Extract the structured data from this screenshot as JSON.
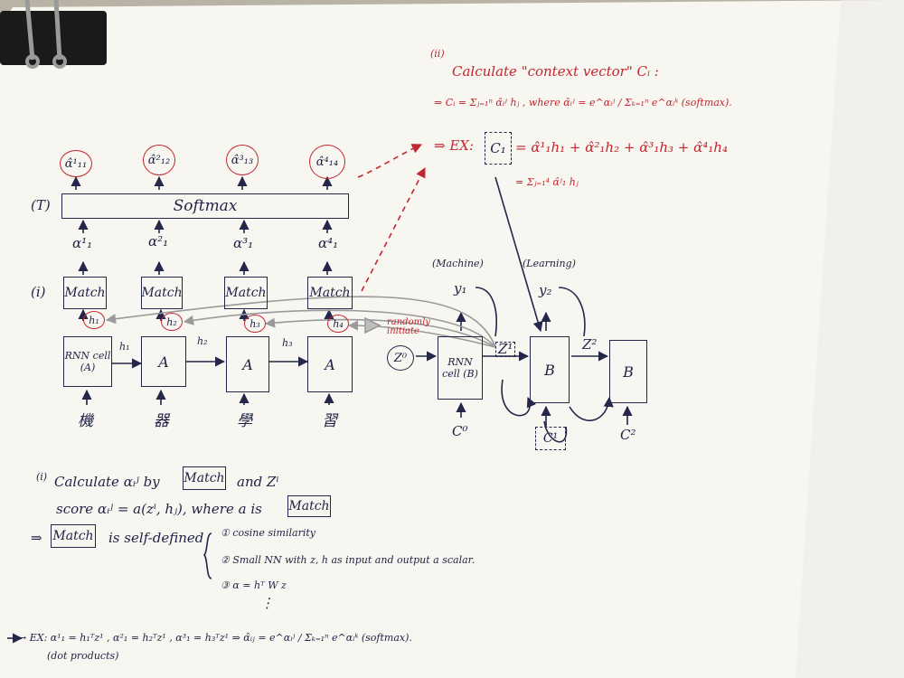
{
  "labels": {
    "softmax_layer": "(T)",
    "match_layer": "(i)",
    "section_ii": "(ii)",
    "section_i": "(i)"
  },
  "softmax_box": "Softmax",
  "alpha_hat_nodes": [
    "α̂¹₁₁",
    "α̂²₁₂",
    "α̂³₁₃",
    "α̂⁴₁₄"
  ],
  "alphas": [
    "α¹₁",
    "α²₁",
    "α³₁",
    "α⁴₁"
  ],
  "match_boxes": [
    "Match",
    "Match",
    "Match",
    "Match"
  ],
  "hidden_circles": [
    "h₁",
    "h₂",
    "h₃",
    "h₄"
  ],
  "encoder": {
    "first_cell": "RNN cell (A)",
    "cells": [
      "A",
      "A",
      "A"
    ],
    "h_arrows": [
      "h₁",
      "h₂",
      "h₃"
    ],
    "inputs": [
      "機",
      "器",
      "學",
      "習"
    ]
  },
  "decoder": {
    "z0": "Z⁰",
    "random_note": "randomly initiate",
    "first_cell": "RNN cell (B)",
    "cells": [
      "B",
      "B"
    ],
    "z_arrows": [
      "Z¹",
      "Z²"
    ],
    "outputs": [
      "y₁",
      "y₂"
    ],
    "output_words": [
      "(Machine)",
      "(Learning)"
    ],
    "context_inputs": [
      "C⁰",
      "C²"
    ],
    "context_box": "C¹"
  },
  "section_ii": {
    "title": "Calculate \"context vector\" Cᵢ :",
    "formula": "⇒ Cᵢ = Σⱼ₌₁ⁿ α̂ᵢʲ hⱼ , where α̂ᵢʲ = e^αᵢʲ / Σₖ₌₁ⁿ e^αᵢᵏ (softmax).",
    "example_prefix": "⇒ EX:",
    "example_c": "C₁",
    "example_rhs": "= α̂¹₁h₁ + α̂²₁h₂ + α̂³₁h₃ + α̂⁴₁h₄",
    "example_sum": "= Σⱼ₌₁⁴ α̂ʲ₁ hⱼ"
  },
  "section_i": {
    "line1_a": "Calculate αᵢʲ by",
    "line1_box": "Match",
    "line1_b": "and Zⁱ",
    "line2": "score αᵢʲ = a(zⁱ, hⱼ), where a is",
    "line2_box": "Match",
    "line3_prefix": "⇒",
    "line3_box": "Match",
    "line3_text": "is self-defined",
    "options": [
      "① cosine similarity",
      "② Small NN with z, h as input and output a scalar.",
      "③ α = hᵀ W z"
    ],
    "dots": "⋮",
    "example": "→ EX: α¹₁ = h₁ᵀz¹ , α²₁ = h₂ᵀz¹ , α³₁ = h₃ᵀz¹ ⇒ α̂ᵢⱼ = e^αᵢʲ / Σₖ₌₁ⁿ e^αᵢᵏ (softmax).",
    "example_note": "(dot products)"
  }
}
